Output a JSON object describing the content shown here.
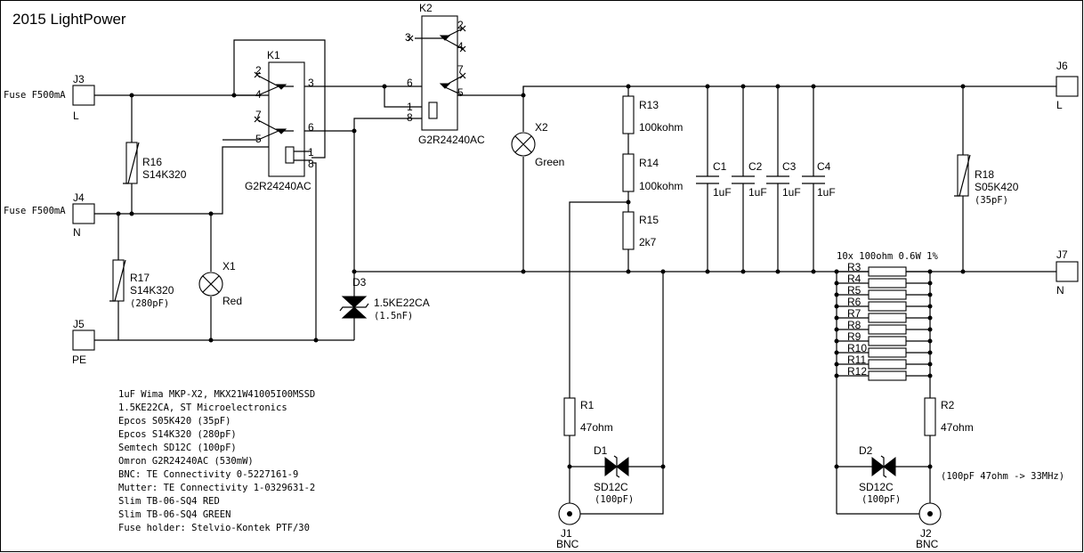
{
  "title": "2015 LightPower",
  "connectors": {
    "J3": {
      "ref": "J3",
      "pin": "L",
      "fuse": "Fuse F500mA"
    },
    "J4": {
      "ref": "J4",
      "pin": "N",
      "fuse": "Fuse F500mA"
    },
    "J5": {
      "ref": "J5",
      "pin": "PE"
    },
    "J6": {
      "ref": "J6",
      "pin": "L"
    },
    "J7": {
      "ref": "J7",
      "pin": "N"
    },
    "J1": {
      "ref": "J1",
      "type": "BNC"
    },
    "J2": {
      "ref": "J2",
      "type": "BNC"
    }
  },
  "relays": {
    "K1": {
      "ref": "K1",
      "part": "G2R24240AC",
      "pins": [
        "2",
        "4",
        "3",
        "7",
        "5",
        "6",
        "1",
        "8"
      ]
    },
    "K2": {
      "ref": "K2",
      "part": "G2R24240AC",
      "pins": [
        "3",
        "2",
        "4",
        "7",
        "6",
        "5",
        "1",
        "8"
      ]
    }
  },
  "varistors": {
    "R16": {
      "ref": "R16",
      "value": "S14K320"
    },
    "R17": {
      "ref": "R17",
      "value": "S14K320",
      "cap": "(280pF)"
    },
    "R18": {
      "ref": "R18",
      "value": "S05K420",
      "cap": "(35pF)"
    }
  },
  "lamps": {
    "X1": {
      "ref": "X1",
      "color": "Red"
    },
    "X2": {
      "ref": "X2",
      "color": "Green"
    }
  },
  "tvs": {
    "ref": "D3",
    "value": "1.5KE22CA",
    "cap": "(1.5nF)"
  },
  "resistors": {
    "R13": {
      "ref": "R13",
      "value": "100kohm"
    },
    "R14": {
      "ref": "R14",
      "value": "100kohm"
    },
    "R15": {
      "ref": "R15",
      "value": "2k7"
    },
    "R1": {
      "ref": "R1",
      "value": "47ohm"
    },
    "R2": {
      "ref": "R2",
      "value": "47ohm"
    }
  },
  "capacitors": [
    {
      "ref": "C1",
      "value": "1uF"
    },
    {
      "ref": "C2",
      "value": "1uF"
    },
    {
      "ref": "C3",
      "value": "1uF"
    },
    {
      "ref": "C4",
      "value": "1uF"
    }
  ],
  "resistor_bank": {
    "label": "10x 100ohm 0.6W 1%",
    "refs": [
      "R3",
      "R4",
      "R5",
      "R6",
      "R7",
      "R8",
      "R9",
      "R10",
      "R11",
      "R12"
    ]
  },
  "diodes": {
    "D1": {
      "ref": "D1",
      "value": "SD12C",
      "cap": "(100pF)"
    },
    "D2": {
      "ref": "D2",
      "value": "SD12C",
      "cap": "(100pF)"
    }
  },
  "note": "(100pF 47ohm -> 33MHz)",
  "bom_notes": [
    "1uF Wima MKP-X2, MKX21W41005I00MSSD",
    "1.5KE22CA, ST Microelectronics",
    "Epcos S05K420 (35pF)",
    "Epcos S14K320 (280pF)",
    "Semtech SD12C (100pF)",
    "Omron G2R24240AC (530mW)",
    "BNC: TE Connectivity 0-5227161-9",
    "Mutter: TE Connectivity 1-0329631-2",
    "Slim TB-06-SQ4 RED",
    "Slim TB-06-SQ4 GREEN",
    "Fuse holder: Stelvio-Kontek PTF/30"
  ]
}
